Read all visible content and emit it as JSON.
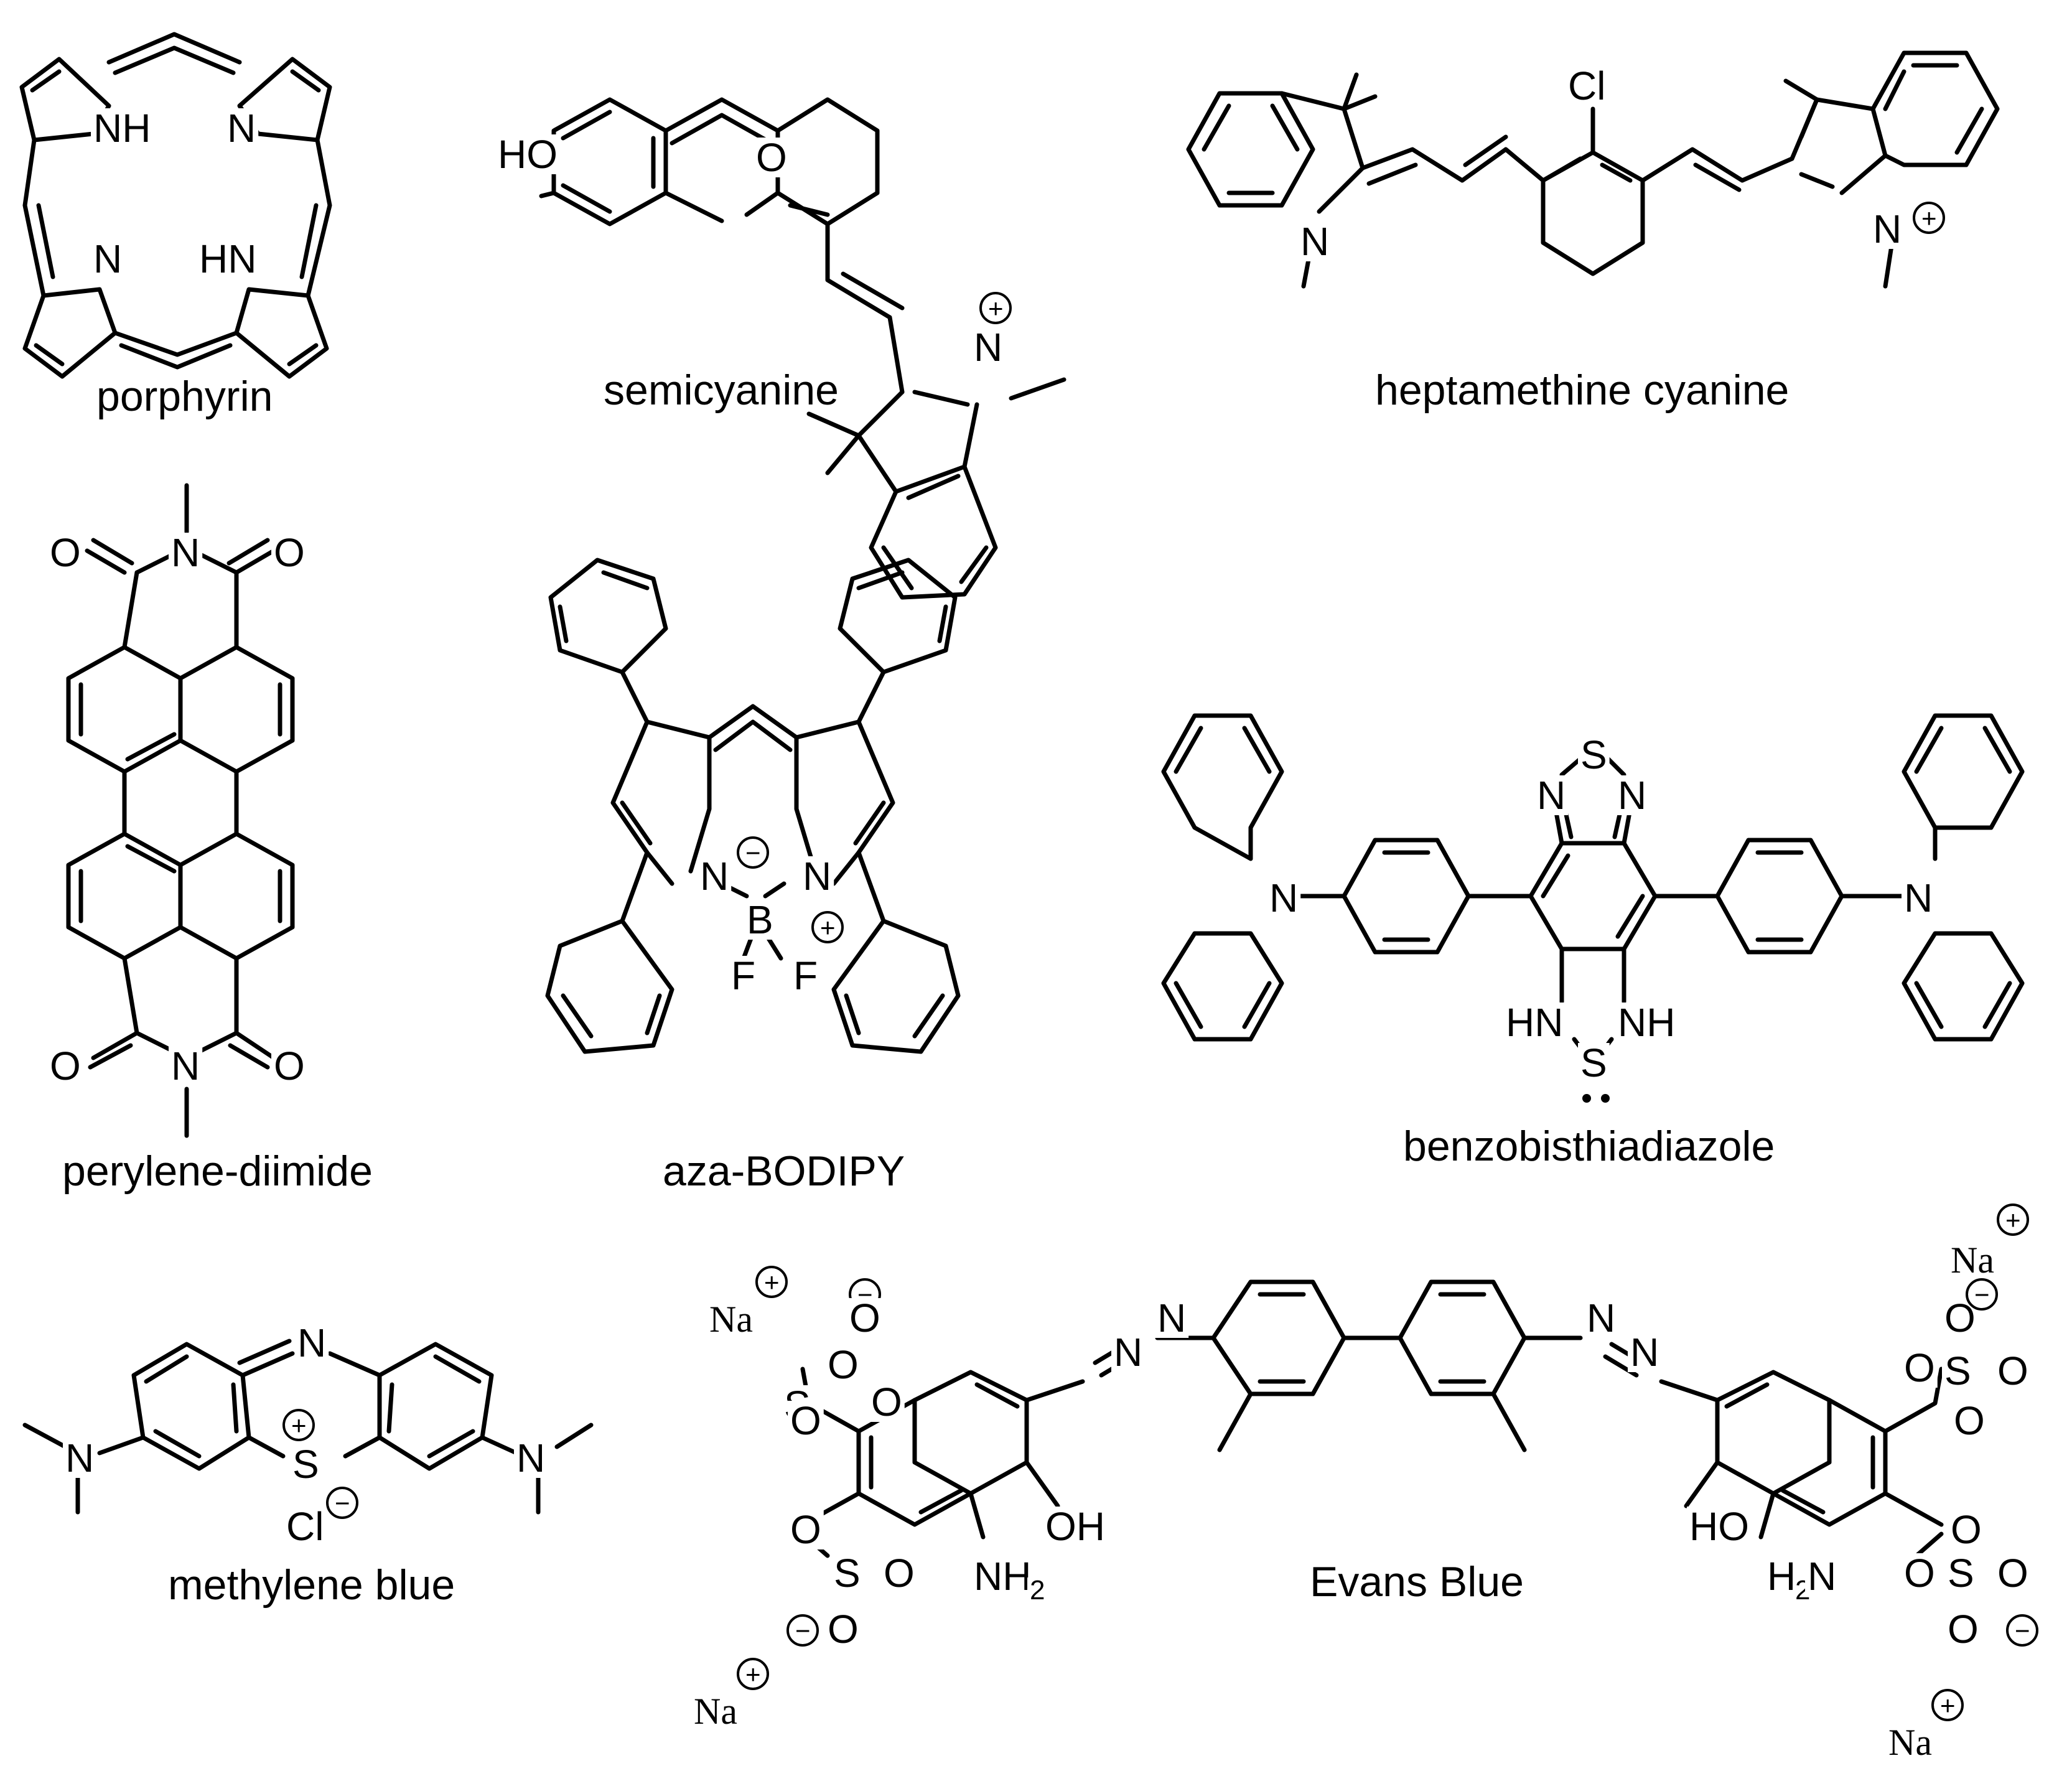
{
  "compounds": [
    {
      "id": "porphyrin",
      "name": "porphyrin"
    },
    {
      "id": "semicyanine",
      "name": "semicyanine"
    },
    {
      "id": "heptamethine",
      "name": "heptamethine cyanine"
    },
    {
      "id": "pdi",
      "name": "perylene-diimide"
    },
    {
      "id": "azabodipy",
      "name": "aza-BODIPY"
    },
    {
      "id": "bbt",
      "name": "benzobisthiadiazole"
    },
    {
      "id": "mb",
      "name": "methylene blue"
    },
    {
      "id": "evans",
      "name": "Evans Blue"
    }
  ],
  "atoms": {
    "nh": "NH",
    "hn": "HN",
    "n": "N",
    "o": "O",
    "s": "S",
    "b": "B",
    "f": "F",
    "cl": "Cl",
    "ho": "HO",
    "oh": "OH",
    "nh2": "NH",
    "h2n": "N",
    "h": "H",
    "sub2": "2",
    "na": "Na"
  },
  "charges": {
    "plus": "+",
    "minus": "−"
  }
}
